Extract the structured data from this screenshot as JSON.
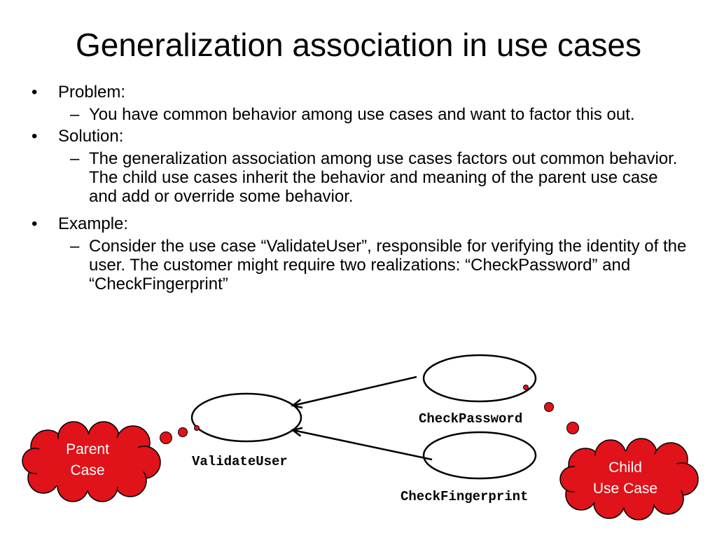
{
  "title": "Generalization association in use cases",
  "bullets": [
    {
      "label": "Problem:",
      "sub": "You have common behavior among use cases and want to factor this out."
    },
    {
      "label": "Solution:",
      "sub": "The generalization association among use cases factors out common behavior. The child use cases inherit the behavior and meaning of the parent use case and add or override some behavior."
    },
    {
      "label": "Example:",
      "sub": "Consider the use case “ValidateUser”, responsible for verifying the identity of the user. The customer might require two realizations: “CheckPassword” and “CheckFingerprint”"
    }
  ],
  "bullet_glyph": "•",
  "dash_glyph": "–",
  "diagram": {
    "use_cases": {
      "parent": "ValidateUser",
      "child_1": "CheckPassword",
      "child_2": "CheckFingerprint"
    },
    "callouts": {
      "parent_line1": "Parent",
      "parent_line2": "Case",
      "child_line1": "Child",
      "child_line2": "Use Case"
    },
    "callout_color": "#e0121a"
  }
}
